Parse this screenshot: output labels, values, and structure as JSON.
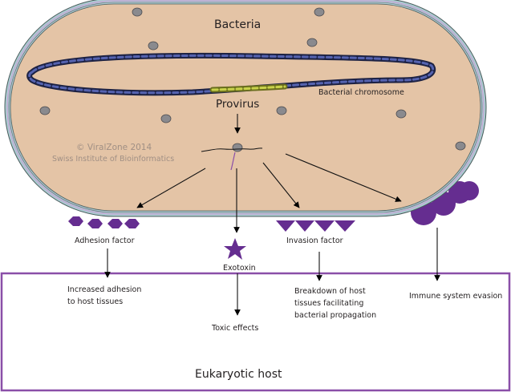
{
  "diagram": {
    "title": "Bacteria",
    "chromosome_label": "Bacterial chromosome",
    "provirus_label": "Provirus",
    "watermark": {
      "line1": "© ViralZone 2014",
      "line2": "Swiss Institute of Bioinformatics"
    },
    "factors": [
      {
        "id": "adhesion",
        "label": "Adhesion factor",
        "effect": [
          "Increased adhesion",
          "to host tissues"
        ],
        "shape": "hexagon-icon"
      },
      {
        "id": "exotoxin",
        "label": "Exotoxin",
        "effect": [
          "Toxic effects"
        ],
        "shape": "star-icon"
      },
      {
        "id": "invasion",
        "label": "Invasion factor",
        "effect": [
          "Breakdown of host",
          "tissues facilitating",
          "bacterial propagation"
        ],
        "shape": "triangle-icon"
      },
      {
        "id": "immune",
        "label": "",
        "effect": [
          "Immune system evasion"
        ],
        "shape": "capsule-icon"
      }
    ],
    "host_label": "Eukaryotic host",
    "colors": {
      "cytoplasm": "#e4c4a6",
      "membrane": "#a9cdd0",
      "membrane_inner": "#c9a3d6",
      "factor_purple": "#652d90",
      "host_border": "#8a4fa8",
      "dna_blue": "#3b4a8c",
      "dna_provirus": "#b8c23a",
      "ribosome": "#8a8a8e",
      "text": "#231f20",
      "watermark": "#a08f84"
    }
  }
}
